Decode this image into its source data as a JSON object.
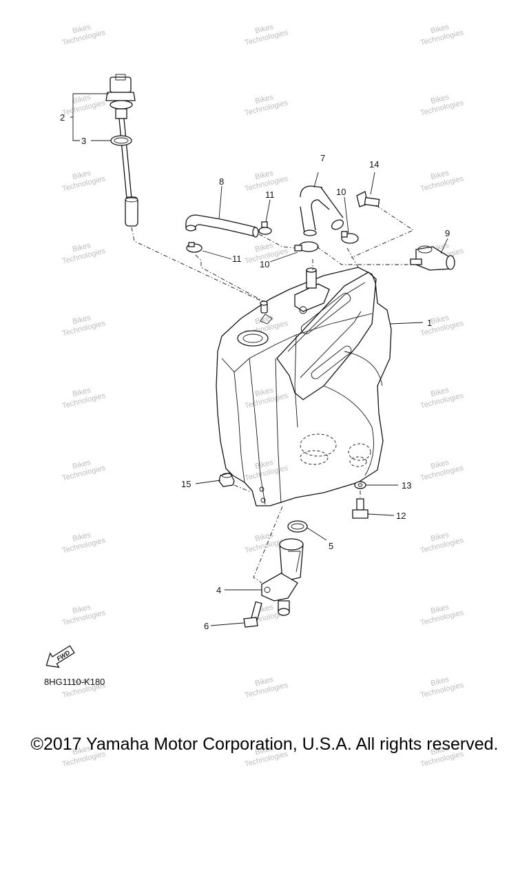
{
  "watermark": {
    "line1": "Bikes",
    "line2": "Technologies"
  },
  "callouts": {
    "c1": "1",
    "c2": "2",
    "c3": "3",
    "c4": "4",
    "c5": "5",
    "c6": "6",
    "c7": "7",
    "c8": "8",
    "c9": "9",
    "c10a": "10",
    "c10b": "10",
    "c11a": "11",
    "c11b": "11",
    "c12": "12",
    "c13": "13",
    "c14": "14",
    "c15": "15"
  },
  "fwd_label": "FWD",
  "diagram_code": "8HG1110-K180",
  "copyright": "©2017 Yamaha Motor Corporation, U.S.A. All rights reserved."
}
